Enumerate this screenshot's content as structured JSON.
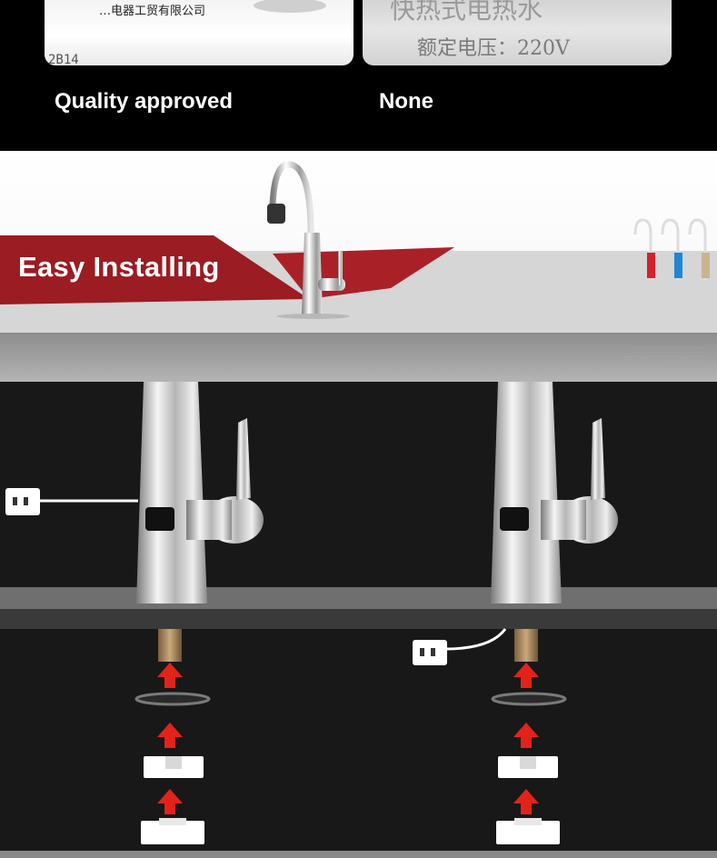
{
  "comparison": {
    "left_caption": "Quality approved",
    "right_caption": "None",
    "left_photo_text": "…电器工贸有限公司",
    "left_photo_code": "2B14",
    "right_photo_text": "快热式电热水",
    "right_photo_voltage": "额定电压：220V"
  },
  "banner": {
    "title": "Easy Installing"
  },
  "fine_print": {
    "lines": [
      "· · · · · · · · · · · · · · · · · · · · · · · · · · · · · · · · · · · · · · · · · · · · ·",
      "· · · · · · · · · · · · · · · · · · · · · · · · · · · · · · · · · · · · · · · · · · ·",
      "· · · · · · · · · · · · · · · · · · · · · · · · · · · · · · · · · · · · · · · · · · · · · · · · ·",
      "· · · · · · · · · · · · · · · · · · · · · · ·"
    ]
  },
  "colors": {
    "banner_red": "#9b1c22",
    "arrow_red": "#e2231a",
    "diagram_bg": "#181818",
    "counter_top": "#6f6f6f",
    "faucet_red": "#d3212b",
    "faucet_blue": "#1f86d4",
    "faucet_gold": "#c8b58f"
  }
}
